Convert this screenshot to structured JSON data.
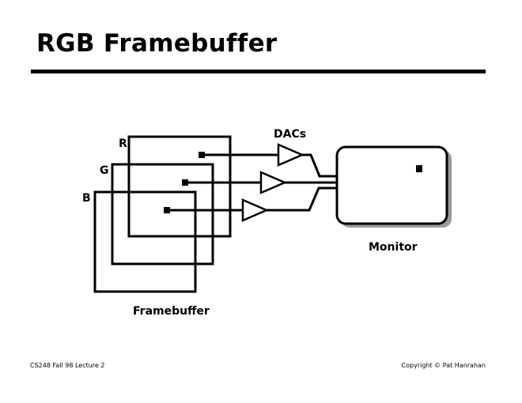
{
  "slide": {
    "title": "RGB Framebuffer",
    "footer_left": "CS248 Fall 98 Lecture 2",
    "footer_right": "Copyright © Pat Hanrahan"
  },
  "diagram": {
    "channels": [
      {
        "label": "R"
      },
      {
        "label": "G"
      },
      {
        "label": "B"
      }
    ],
    "dacs_label": "DACs",
    "framebuffer_label": "Framebuffer",
    "monitor_label": "Monitor"
  }
}
